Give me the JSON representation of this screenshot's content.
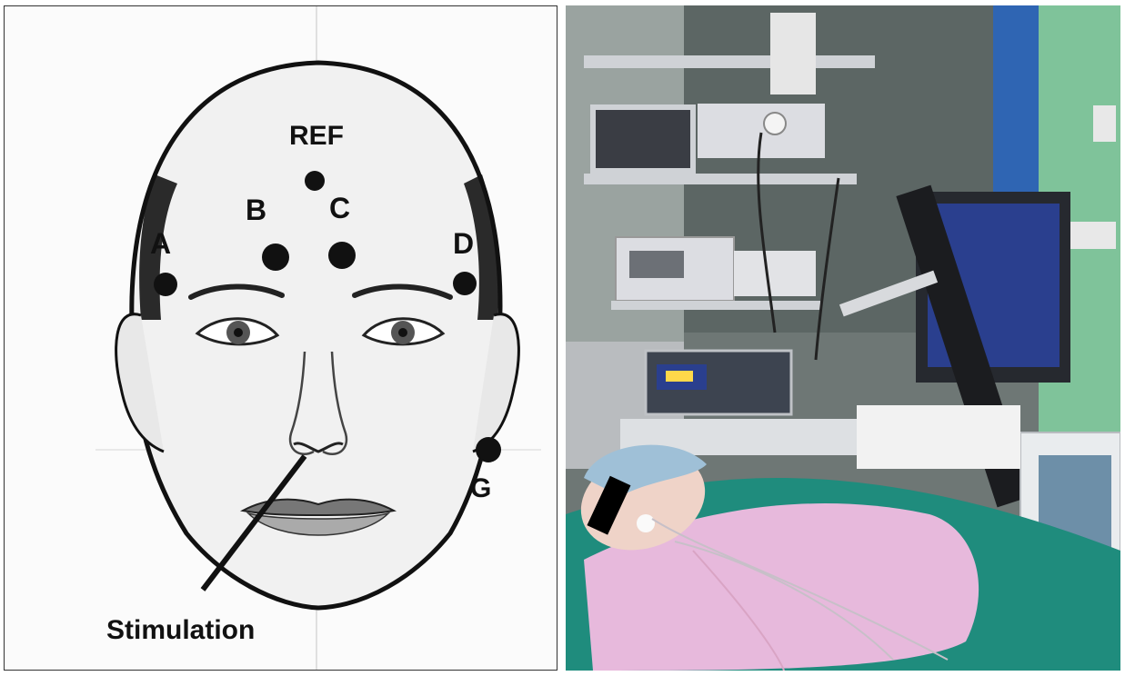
{
  "diagram": {
    "labels": {
      "ref": "REF",
      "a": "A",
      "b": "B",
      "c": "C",
      "d": "D",
      "g": "G",
      "stimulation": "Stimulation"
    }
  },
  "colors": {
    "ink": "#111111",
    "skin": "#f3eeee",
    "drape": "#1f8c7d",
    "gown": "#e7b9dc",
    "cap": "#9fc0d7",
    "monitor_screen": "#2a3f8e",
    "equipment": "#dcdde2",
    "wall_green": "#7fc39a",
    "wall_blue": "#2f65b3"
  }
}
